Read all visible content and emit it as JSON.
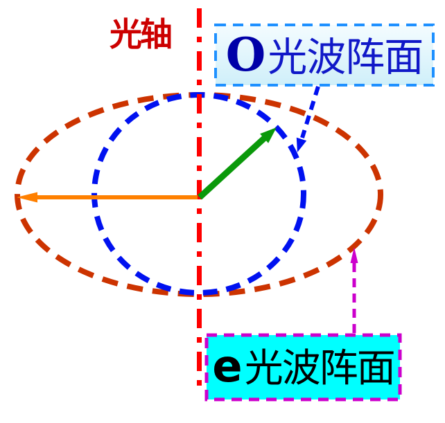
{
  "figure": {
    "background": "#ffffff",
    "axis_label": "光轴",
    "o_label": {
      "prefix": "O",
      "text": "光波阵面"
    },
    "e_label": {
      "prefix": "e",
      "text": "光波阵面"
    },
    "colors": {
      "optical_axis": "#ff0000",
      "axis_label_text": "#cc0000",
      "o_wavefront": "#0011f0",
      "e_wavefront": "#cc3300",
      "o_ray_arrow": "#0a990a",
      "e_ray_arrow": "#ff8000",
      "o_box_border": "#1e90ff",
      "o_box_fill_top": "#f2fbfe",
      "o_box_fill_bottom": "#cfeff9",
      "o_box_text": "#1018c8",
      "e_box_fill": "#00ffff",
      "e_box_border": "#cc00cc",
      "e_box_text": "#000000",
      "e_leader": "#cc00cc"
    }
  }
}
